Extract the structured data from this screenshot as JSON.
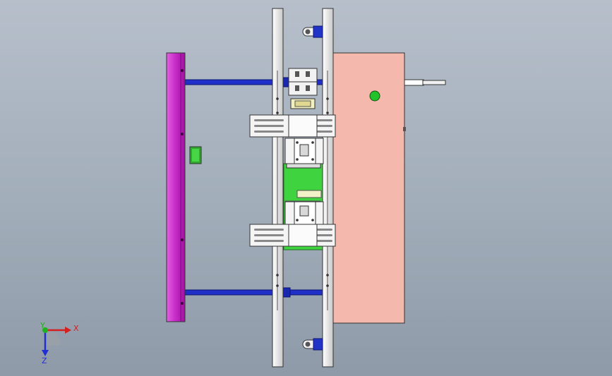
{
  "triad": {
    "x_label": "X",
    "y_label": "Y",
    "z_label": "Z"
  },
  "colors": {
    "background_top": "#b6bfca",
    "background_bottom": "#8e9aa8",
    "magenta_bar": "#d33fd3",
    "pink_plate": "#f5b8ac",
    "green_board": "#3fd43f",
    "blue_rod": "#1f2fc8",
    "aluminum": "#e8e8e8",
    "indicator_light": "#22c22a",
    "axis_x": "#d42020",
    "axis_y": "#20b020",
    "axis_z": "#2030d0"
  }
}
